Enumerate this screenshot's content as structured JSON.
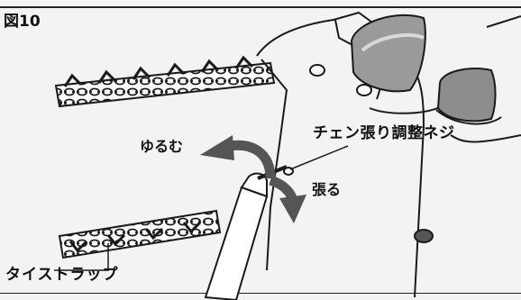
{
  "figure": {
    "title": "図10"
  },
  "labels": {
    "loosen": "ゆるむ",
    "tension_screw": "チェン張り調整ネジ",
    "tighten": "張る",
    "tie_strap": "タイストラップ"
  },
  "colors": {
    "arrow": "#555555",
    "ink": "#1a1a1a",
    "paper": "#f3f3f3"
  },
  "icons": {
    "loosen_arrow": "curved-arrow-counterclockwise",
    "tighten_arrow": "curved-arrow-clockwise"
  }
}
